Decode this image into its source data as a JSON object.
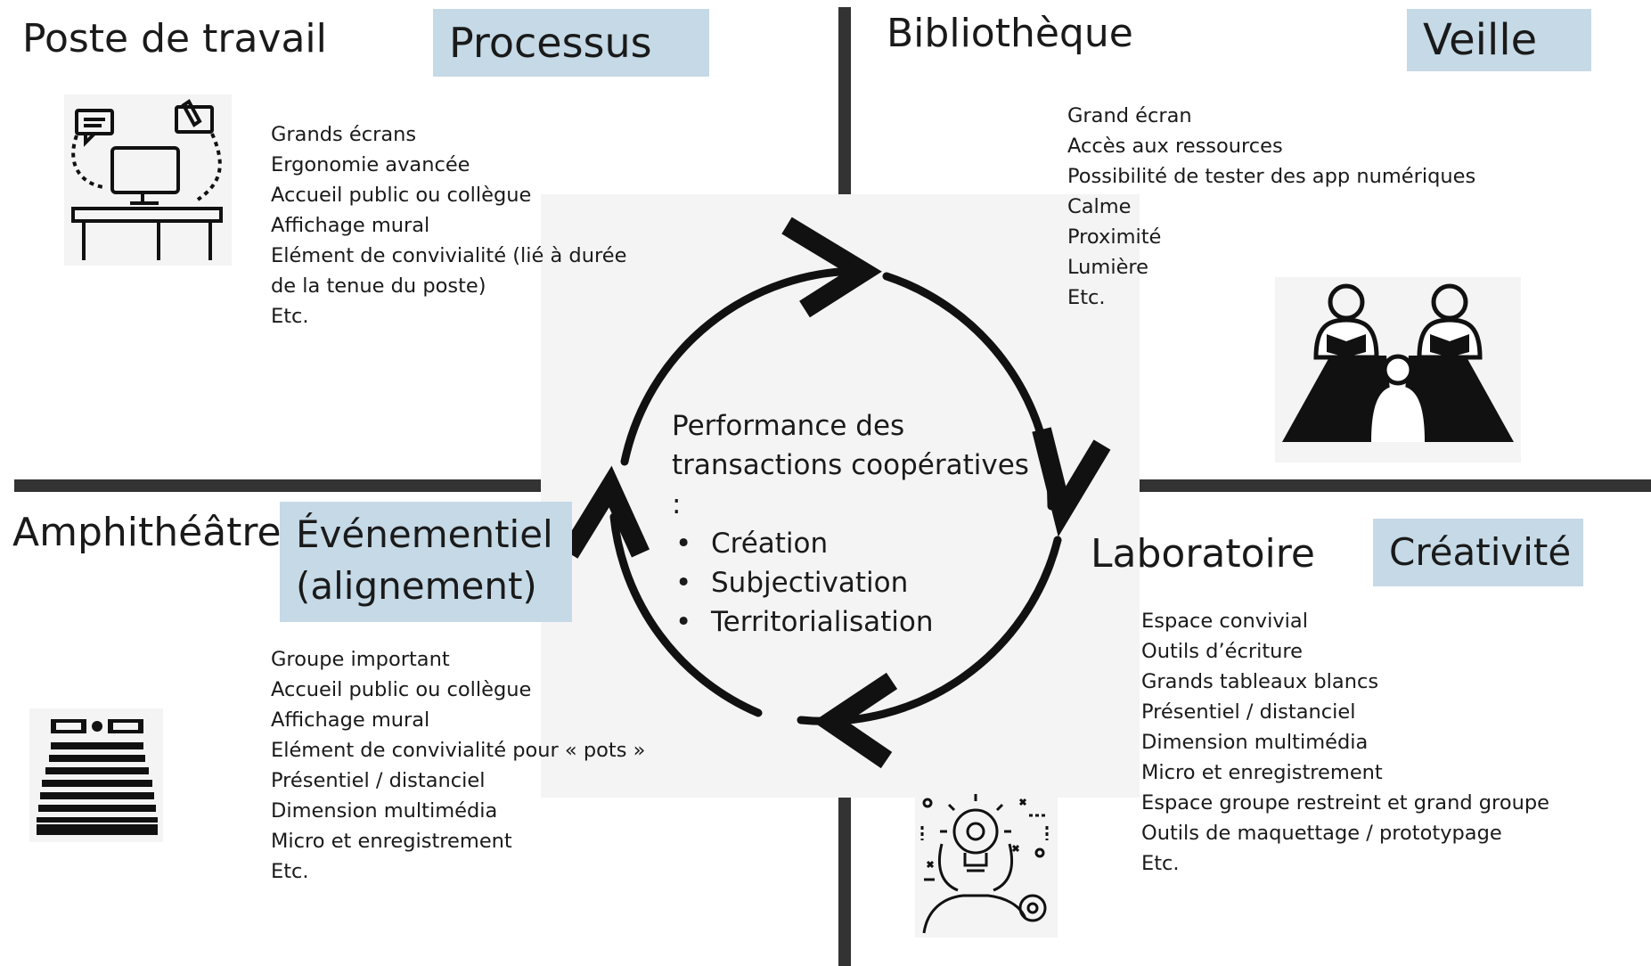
{
  "quadrants": {
    "poste": {
      "title": "Poste de travail",
      "tag": "Processus",
      "items": [
        "Grands écrans",
        "Ergonomie avancée",
        "Accueil public ou collègue",
        "Affichage mural",
        "Elément de convivialité (lié à durée",
        "de la tenue du poste)",
        "Etc."
      ],
      "icon": "workstation-icon"
    },
    "bibliotheque": {
      "title": "Bibliothèque",
      "tag": "Veille",
      "items": [
        "Grand écran",
        "Accès aux ressources",
        "Possibilité de tester des app numériques",
        "Calme",
        "Proximité",
        "Lumière",
        "Etc."
      ],
      "icon": "reading-people-icon"
    },
    "amphitheatre": {
      "title": "Amphithéâtre",
      "tag_line1": "Événementiel",
      "tag_line2": "(alignement)",
      "items": [
        "Groupe important",
        "Accueil public ou collègue",
        "Affichage mural",
        "Elément de convivialité pour « pots »",
        "Présentiel / distanciel",
        "Dimension multimédia",
        "Micro et enregistrement",
        "Etc."
      ],
      "icon": "auditorium-icon"
    },
    "laboratoire": {
      "title": "Laboratoire",
      "tag": "Créativité",
      "items": [
        "Espace convivial",
        "Outils d’écriture",
        "Grands tableaux blancs",
        "Présentiel / distanciel",
        "Dimension multimédia",
        "Micro et enregistrement",
        "Espace groupe restreint et grand groupe",
        "Outils de maquettage / prototypage",
        "Etc."
      ],
      "icon": "lightbulb-idea-icon"
    }
  },
  "center": {
    "heading_line1": "Performance des",
    "heading_line2": "transactions coopératives :",
    "bullets": [
      "Création",
      "Subjectivation",
      "Territorialisation"
    ],
    "cycle_icon": "cycle-arrows-icon"
  },
  "colors": {
    "tag_bg": "#c5d9e6",
    "divider": "#333333",
    "center_bg": "#f4f4f4"
  }
}
